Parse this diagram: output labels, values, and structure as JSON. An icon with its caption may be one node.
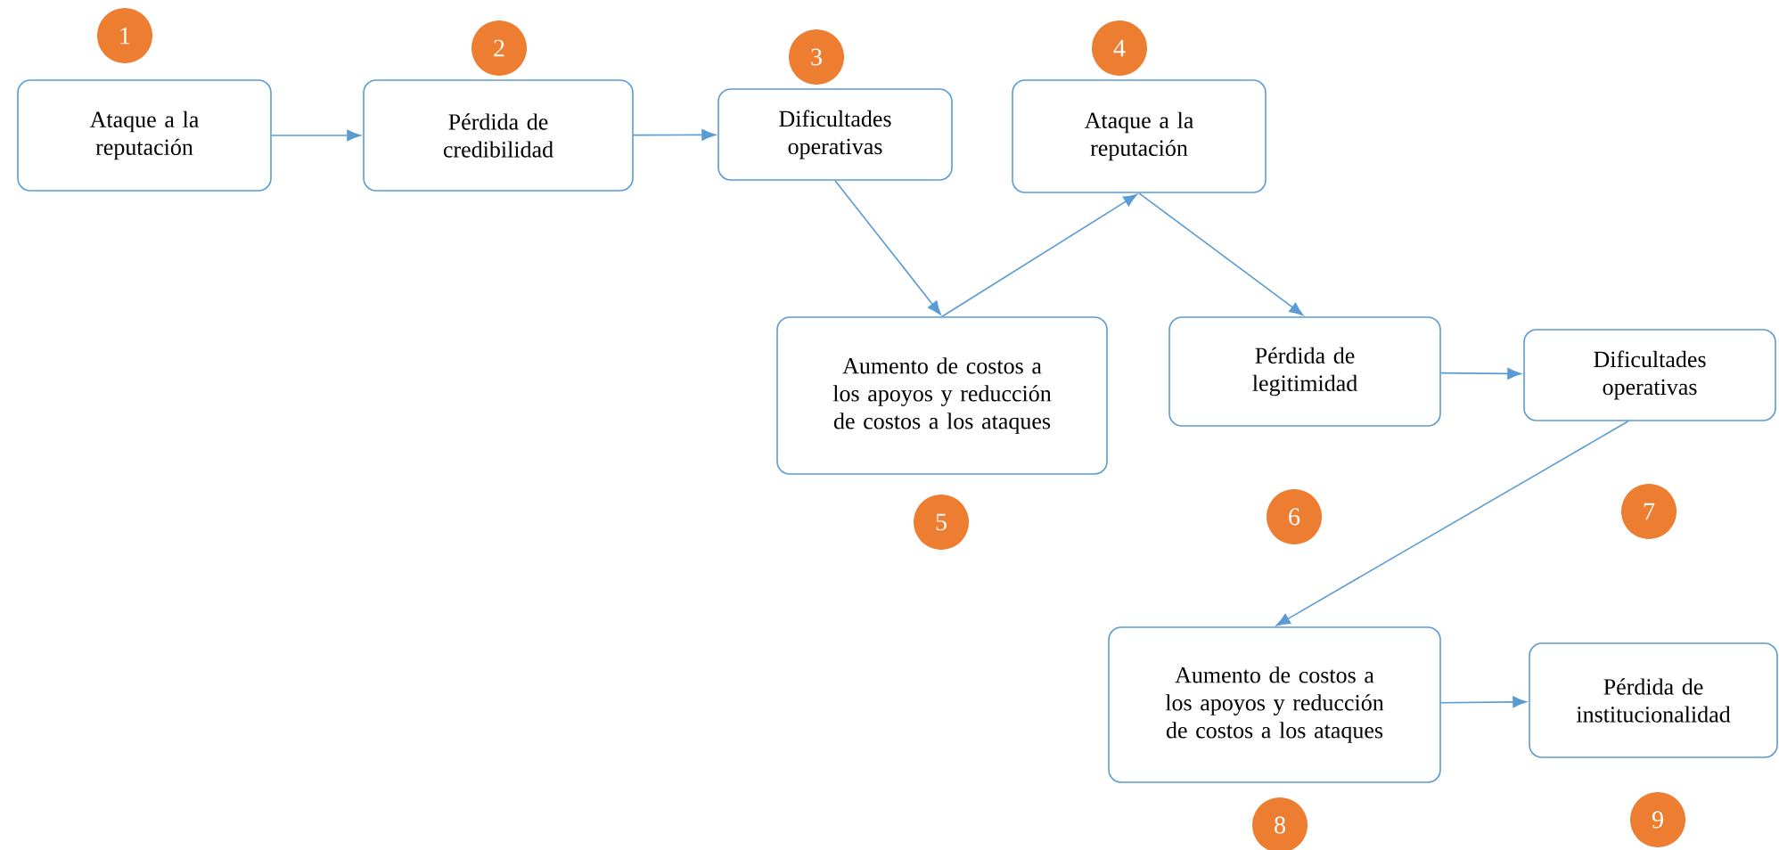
{
  "diagram": {
    "nodes": [
      {
        "text": [
          "Ataque a la reputación"
        ]
      },
      {
        "text": [
          "Pérdida de credibilidad"
        ]
      },
      {
        "text": [
          "Dificultades operativas"
        ]
      },
      {
        "text": [
          "Ataque a la reputación"
        ]
      },
      {
        "text": [
          "Aumento de costos a los apoyos y reducción de costos a los ataques"
        ]
      },
      {
        "text": [
          "Pérdida de legitimidad"
        ]
      },
      {
        "text": [
          "Dificultades operativas"
        ]
      },
      {
        "text": [
          "Aumento de costos a los apoyos y reducción de costos a los ataques"
        ]
      },
      {
        "text": [
          "Pérdida de institucionalidad"
        ]
      },
      {
        "text": [
          "1"
        ]
      },
      {
        "text": [
          "2"
        ]
      },
      {
        "text": [
          "3"
        ]
      },
      {
        "text": [
          "4"
        ]
      },
      {
        "text": [
          "5"
        ]
      },
      {
        "text": [
          "6"
        ]
      },
      {
        "text": [
          "7"
        ]
      },
      {
        "text": [
          "8"
        ]
      },
      {
        "text": [
          "9"
        ]
      }
    ],
    "edges": [
      {
        "from": 0,
        "to": 1,
        "arrow": "to"
      },
      {
        "from": 1,
        "to": 2,
        "arrow": "to"
      },
      {
        "from": 2,
        "to": 4,
        "arrow": "to"
      },
      {
        "from": 4,
        "to": 3,
        "arrow": "to"
      },
      {
        "from": 3,
        "to": 5,
        "arrow": "to"
      },
      {
        "from": 5,
        "to": 6,
        "arrow": "to"
      },
      {
        "from": 6,
        "to": 7,
        "arrow": "to"
      },
      {
        "from": 7,
        "to": 8,
        "arrow": "to"
      }
    ]
  }
}
